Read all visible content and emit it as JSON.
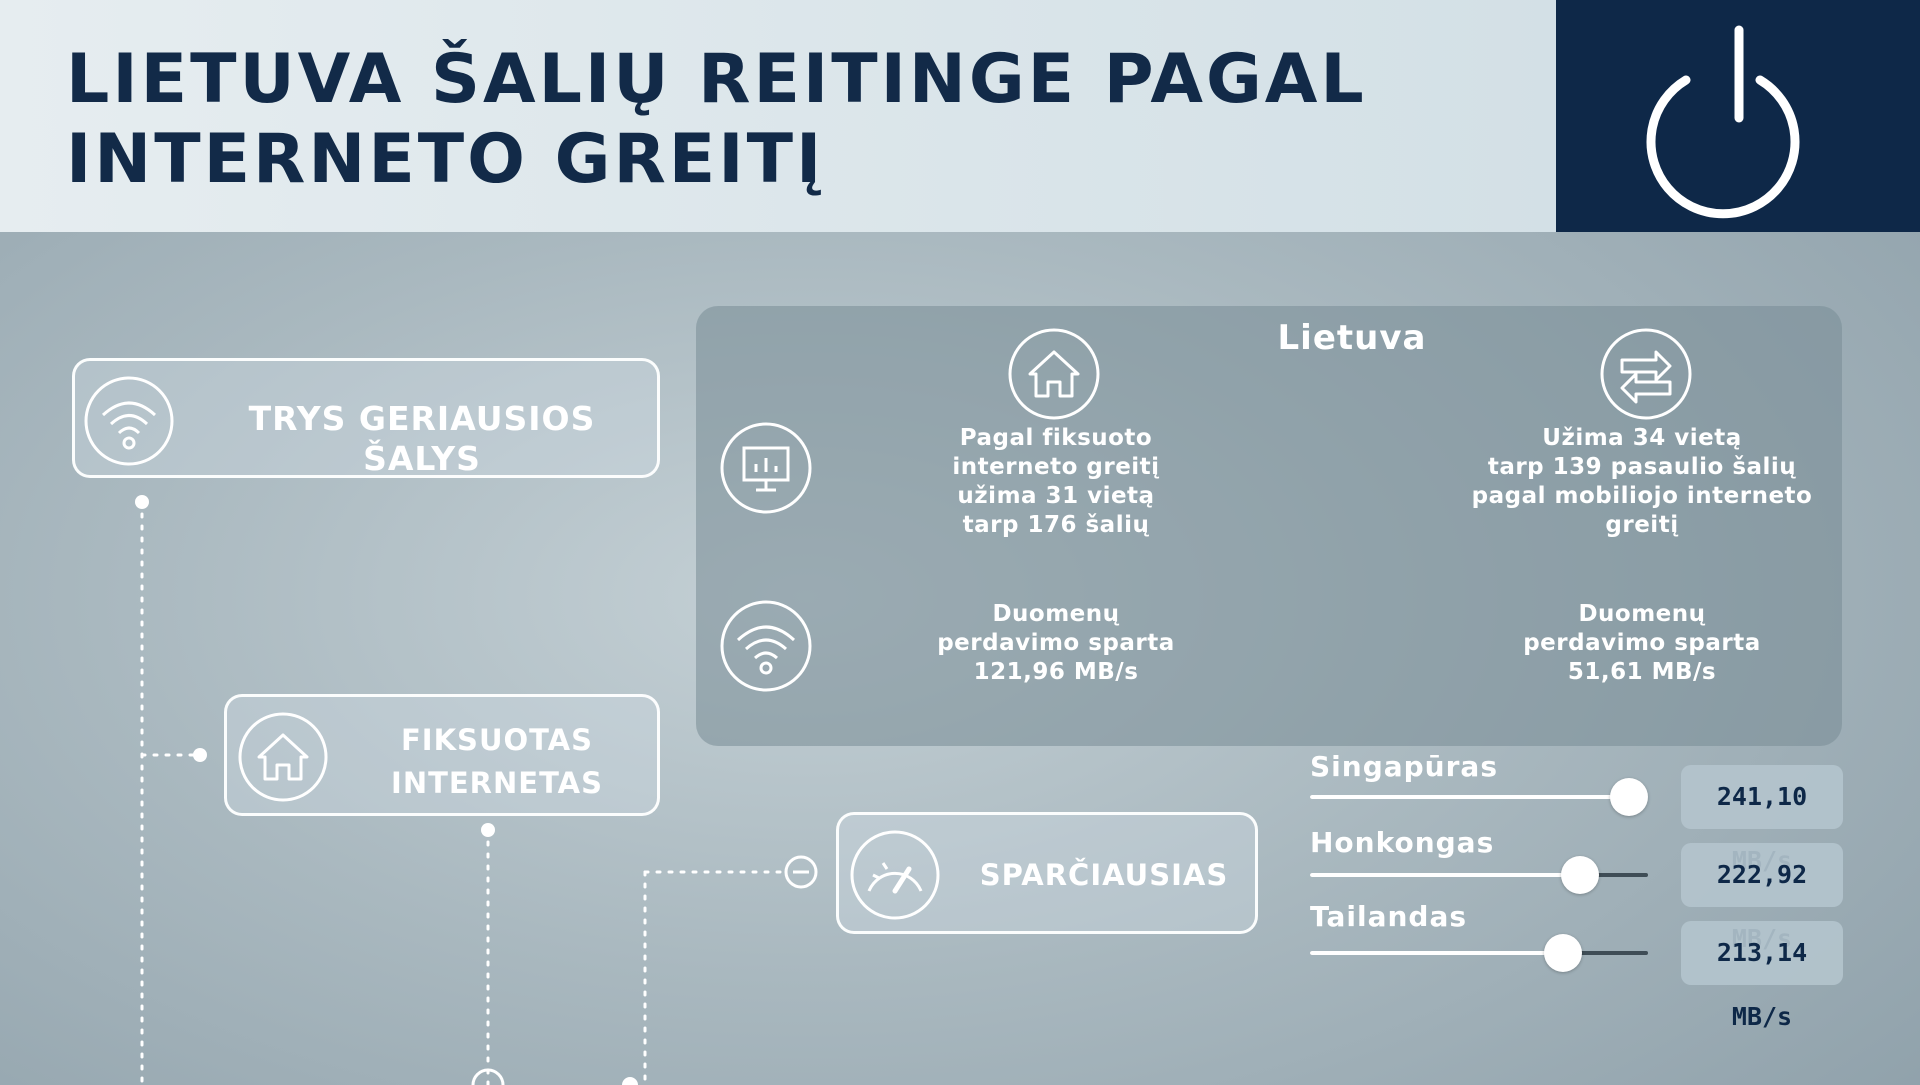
{
  "header": {
    "title_line1": "LIETUVA ŠALIŲ REITINGE PAGAL",
    "title_line2": "INTERNETO GREITĮ",
    "power_icon": "power-icon"
  },
  "nodes": {
    "top_countries": {
      "label": "TRYS GERIAUSIOS ŠALYS",
      "icon": "wifi-icon"
    },
    "fixed_internet": {
      "label_line1": "FIKSUOTAS",
      "label_line2": "INTERNETAS",
      "icon": "home-icon"
    },
    "fastest": {
      "label": "SPARČIAUSIAS",
      "icon": "speedometer-icon"
    }
  },
  "lithuania_panel": {
    "title": "Lietuva",
    "fixed_rank_text": "Pagal fiksuoto\ninterneto greitį\nužima 31 vietą\ntarp 176 šalių",
    "mobile_rank_text": "Užima 34 vietą\ntarp 139 pasaulio šalių\npagal mobiliojo interneto\ngreitį",
    "fixed_speed_text": "Duomenų\nperdavimo sparta\n121,96 MB/s",
    "mobile_speed_text": "Duomenų\nperdavimo sparta\n51,61 MB/s",
    "icons": [
      "monitor-chart-icon",
      "wifi-icon",
      "home-icon",
      "transfer-arrows-icon"
    ]
  },
  "fastest_countries": [
    {
      "name": "Singapūras",
      "speed": "241,10 MB/s",
      "level": 1.0
    },
    {
      "name": "Honkongas",
      "speed": "222,92 MB/s",
      "level": 0.835
    },
    {
      "name": "Tailandas",
      "speed": "213,14 MB/s",
      "level": 0.78
    }
  ],
  "colors": {
    "navy": "#0e2848",
    "title": "#122a48",
    "white": "#ffffff",
    "track": "#3f4d56"
  }
}
